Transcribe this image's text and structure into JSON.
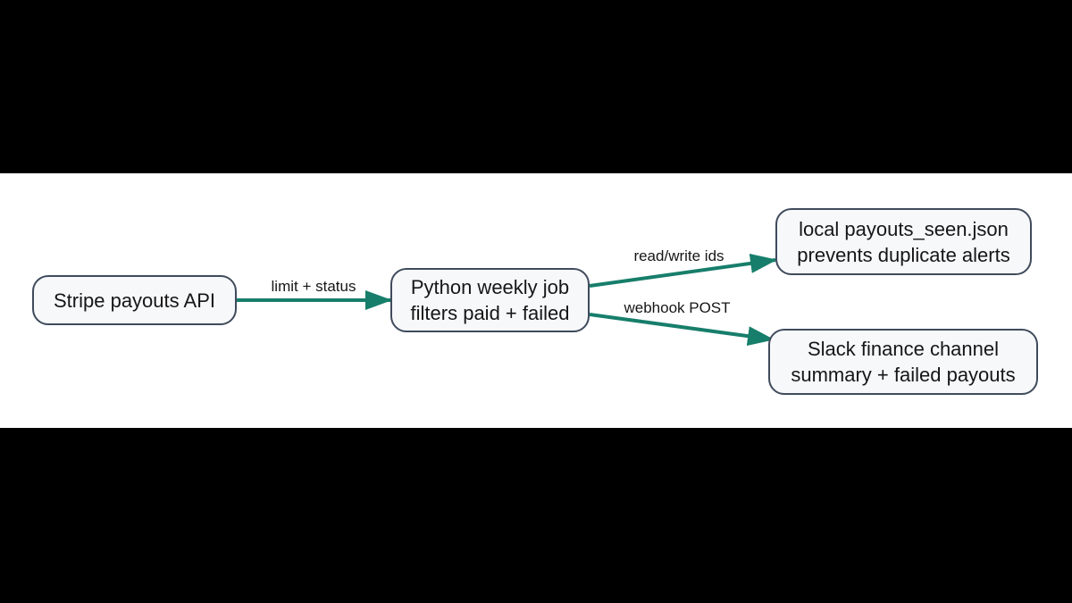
{
  "colors": {
    "page_bg": "#000000",
    "surface_bg": "#ffffff",
    "arrow": "#177e6b",
    "node_border": "#3f4b5c",
    "node_fill": "#f7f8fa",
    "text": "#161616"
  },
  "diagram": {
    "nodes": [
      {
        "id": "stripe-payouts-api",
        "lines": [
          "Stripe payouts API"
        ]
      },
      {
        "id": "python-weekly-job",
        "lines": [
          "Python weekly job",
          "filters paid + failed"
        ]
      },
      {
        "id": "payouts-seen-store",
        "lines": [
          "local payouts_seen.json",
          "prevents duplicate alerts"
        ]
      },
      {
        "id": "slack-finance-channel",
        "lines": [
          "Slack finance channel",
          "summary + failed payouts"
        ]
      }
    ],
    "edges": [
      {
        "from": "stripe-payouts-api",
        "to": "python-weekly-job",
        "label": "limit + status"
      },
      {
        "from": "python-weekly-job",
        "to": "payouts-seen-store",
        "label": "read/write ids"
      },
      {
        "from": "python-weekly-job",
        "to": "slack-finance-channel",
        "label": "webhook POST"
      }
    ]
  }
}
